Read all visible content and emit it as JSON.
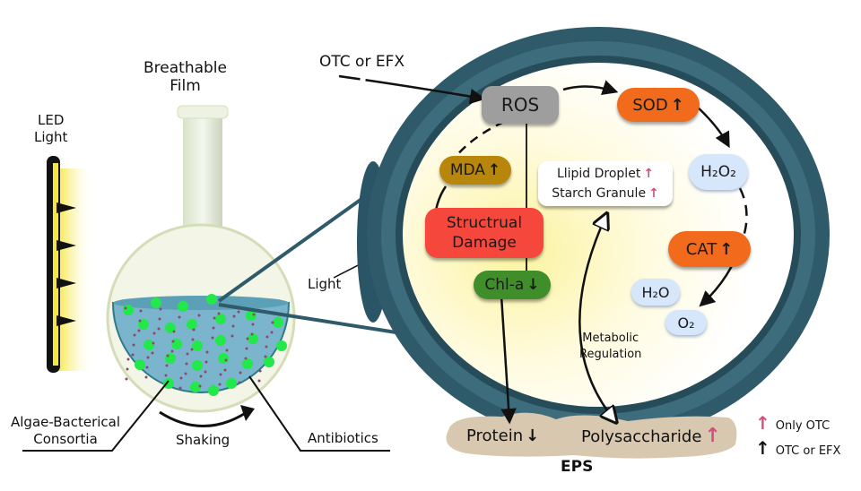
{
  "labels": {
    "breathable_film": [
      "Breathable",
      "Film"
    ],
    "led_light": [
      "LED",
      "Light"
    ],
    "light": "Light",
    "otc_or_efx": "OTC or EFX",
    "algae_bacterical": [
      "Algae-Bacterical",
      "Consortia"
    ],
    "shaking": "Shaking",
    "antibiotics": "Antibiotics",
    "metabolic_regulation": [
      "Metabolic",
      "Regulation"
    ],
    "eps": "EPS"
  },
  "nodes": {
    "ros": {
      "label": "ROS",
      "color": "#9e9e9e"
    },
    "sod": {
      "label": "SOD",
      "arrow": "↑",
      "arrow_type": "black",
      "color": "#f26b1d"
    },
    "mda": {
      "label": "MDA",
      "arrow": "↑",
      "arrow_type": "black",
      "color": "#b8860b"
    },
    "h2o2": {
      "label": "H₂O₂",
      "color": "#d6e6fb"
    },
    "structural_damage": {
      "label": [
        "Structrual",
        "Damage"
      ],
      "color": "#f5473b"
    },
    "chl_a": {
      "label": "Chl-a",
      "arrow": "↓",
      "arrow_type": "black",
      "color": "#3f8e2a"
    },
    "cat": {
      "label": "CAT",
      "arrow": "↑",
      "arrow_type": "black",
      "color": "#f26b1d"
    },
    "h2o": {
      "label": "H₂O",
      "color": "#d6e6fb"
    },
    "o2": {
      "label": "O₂",
      "color": "#d6e6fb"
    },
    "lipid_starch": {
      "lines": [
        {
          "label": "Llipid Droplet",
          "arrow": "↑",
          "arrow_type": "pink"
        },
        {
          "label": "Starch Granule",
          "arrow": "↑",
          "arrow_type": "pink"
        }
      ],
      "color": "#ffffff"
    }
  },
  "eps": {
    "protein": {
      "label": "Protein",
      "arrow": "↓",
      "arrow_type": "black"
    },
    "polysaccharide": {
      "label": "Polysaccharide",
      "arrow": "↑",
      "arrow_type": "pink"
    },
    "color": "#d8c8b0"
  },
  "legend": [
    {
      "arrow": "↑",
      "color": "#d0507a",
      "label": "Only OTC"
    },
    {
      "arrow": "↑",
      "color": "#000000",
      "label": "OTC or EFX"
    }
  ],
  "colors": {
    "ring": "#2f5a6a",
    "liquid": "#7fb8d0",
    "algae": "#22e84a",
    "led": "#f5e642",
    "pink_arrow": "#d0507a"
  }
}
